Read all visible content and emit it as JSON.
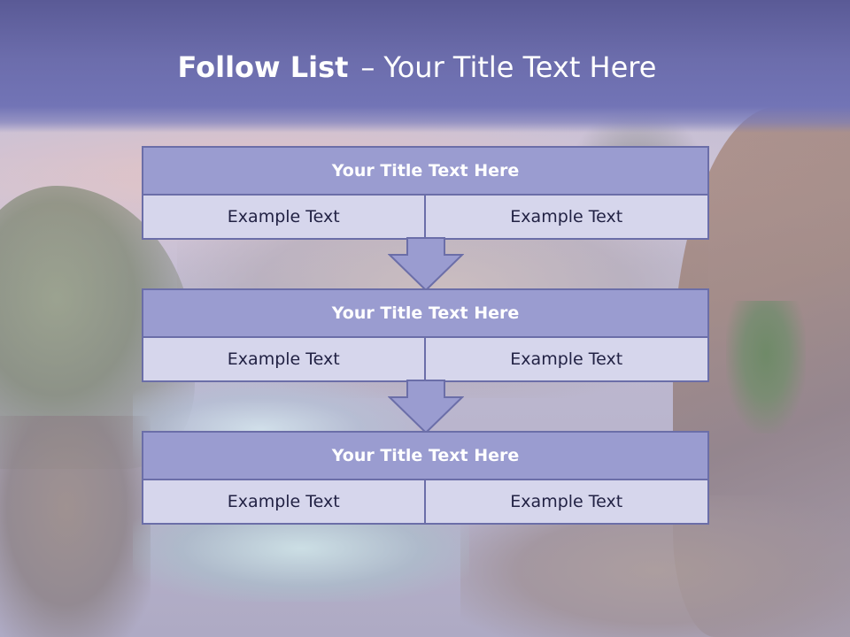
{
  "slide": {
    "title_bold": "Follow List",
    "title_dash": "–",
    "title_rest": "Your Title Text Here"
  },
  "blocks": [
    {
      "title": "Your Title Text Here",
      "left_text": "Example Text",
      "right_text": "Example Text"
    },
    {
      "title": "Your Title Text Here",
      "left_text": "Example Text",
      "right_text": "Example Text"
    },
    {
      "title": "Your Title Text Here",
      "left_text": "Example Text",
      "right_text": "Example Text"
    }
  ],
  "colors": {
    "banner": "#6c6dac",
    "block_header": "#9a9cd0",
    "block_cell": "#d6d6ec",
    "border": "#6b6ea8",
    "arrow": "#9a9cd0"
  }
}
